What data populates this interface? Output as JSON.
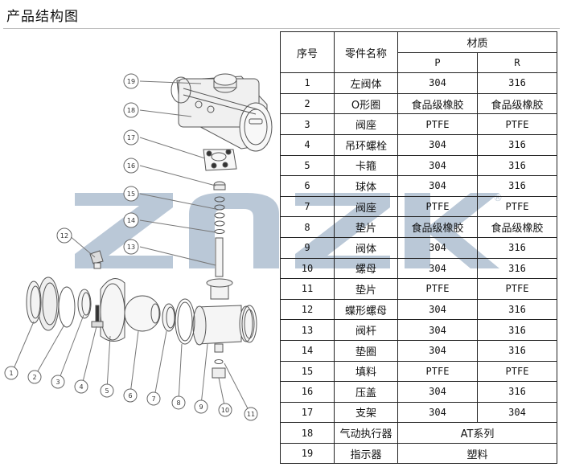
{
  "page": {
    "title": "产品结构图"
  },
  "watermark": {
    "text": "ZNZK",
    "color": "#b9c7d6",
    "registered_mark": "®"
  },
  "diagram": {
    "description": "Exploded view of pneumatic sanitary clamp ball valve",
    "callouts": [
      "1",
      "2",
      "3",
      "4",
      "5",
      "6",
      "7",
      "8",
      "9",
      "10",
      "11",
      "12",
      "13",
      "14",
      "15",
      "16",
      "17",
      "18",
      "19"
    ]
  },
  "table": {
    "headers": {
      "index": "序号",
      "part_name": "零件名称",
      "material": "材质",
      "material_p": "P",
      "material_r": "R"
    },
    "rows": [
      {
        "no": "1",
        "name": "左阀体",
        "p": "304",
        "r": "316"
      },
      {
        "no": "2",
        "name": "O形圈",
        "p": "食品级橡胶",
        "r": "食品级橡胶"
      },
      {
        "no": "3",
        "name": "阀座",
        "p": "PTFE",
        "r": "PTFE"
      },
      {
        "no": "4",
        "name": "吊环螺栓",
        "p": "304",
        "r": "316"
      },
      {
        "no": "5",
        "name": "卡箍",
        "p": "304",
        "r": "316"
      },
      {
        "no": "6",
        "name": "球体",
        "p": "304",
        "r": "316"
      },
      {
        "no": "7",
        "name": "阀座",
        "p": "PTFE",
        "r": "PTFE"
      },
      {
        "no": "8",
        "name": "垫片",
        "p": "食品级橡胶",
        "r": "食品级橡胶"
      },
      {
        "no": "9",
        "name": "阀体",
        "p": "304",
        "r": "316"
      },
      {
        "no": "10",
        "name": "螺母",
        "p": "304",
        "r": "316"
      },
      {
        "no": "11",
        "name": "垫片",
        "p": "PTFE",
        "r": "PTFE"
      },
      {
        "no": "12",
        "name": "蝶形螺母",
        "p": "304",
        "r": "316"
      },
      {
        "no": "13",
        "name": "阀杆",
        "p": "304",
        "r": "316"
      },
      {
        "no": "14",
        "name": "垫圈",
        "p": "304",
        "r": "316"
      },
      {
        "no": "15",
        "name": "填料",
        "p": "PTFE",
        "r": "PTFE"
      },
      {
        "no": "16",
        "name": "压盖",
        "p": "304",
        "r": "316"
      },
      {
        "no": "17",
        "name": "支架",
        "p": "304",
        "r": "304"
      },
      {
        "no": "18",
        "name": "气动执行器",
        "merged": "AT系列"
      },
      {
        "no": "19",
        "name": "指示器",
        "merged": "塑料"
      }
    ]
  }
}
